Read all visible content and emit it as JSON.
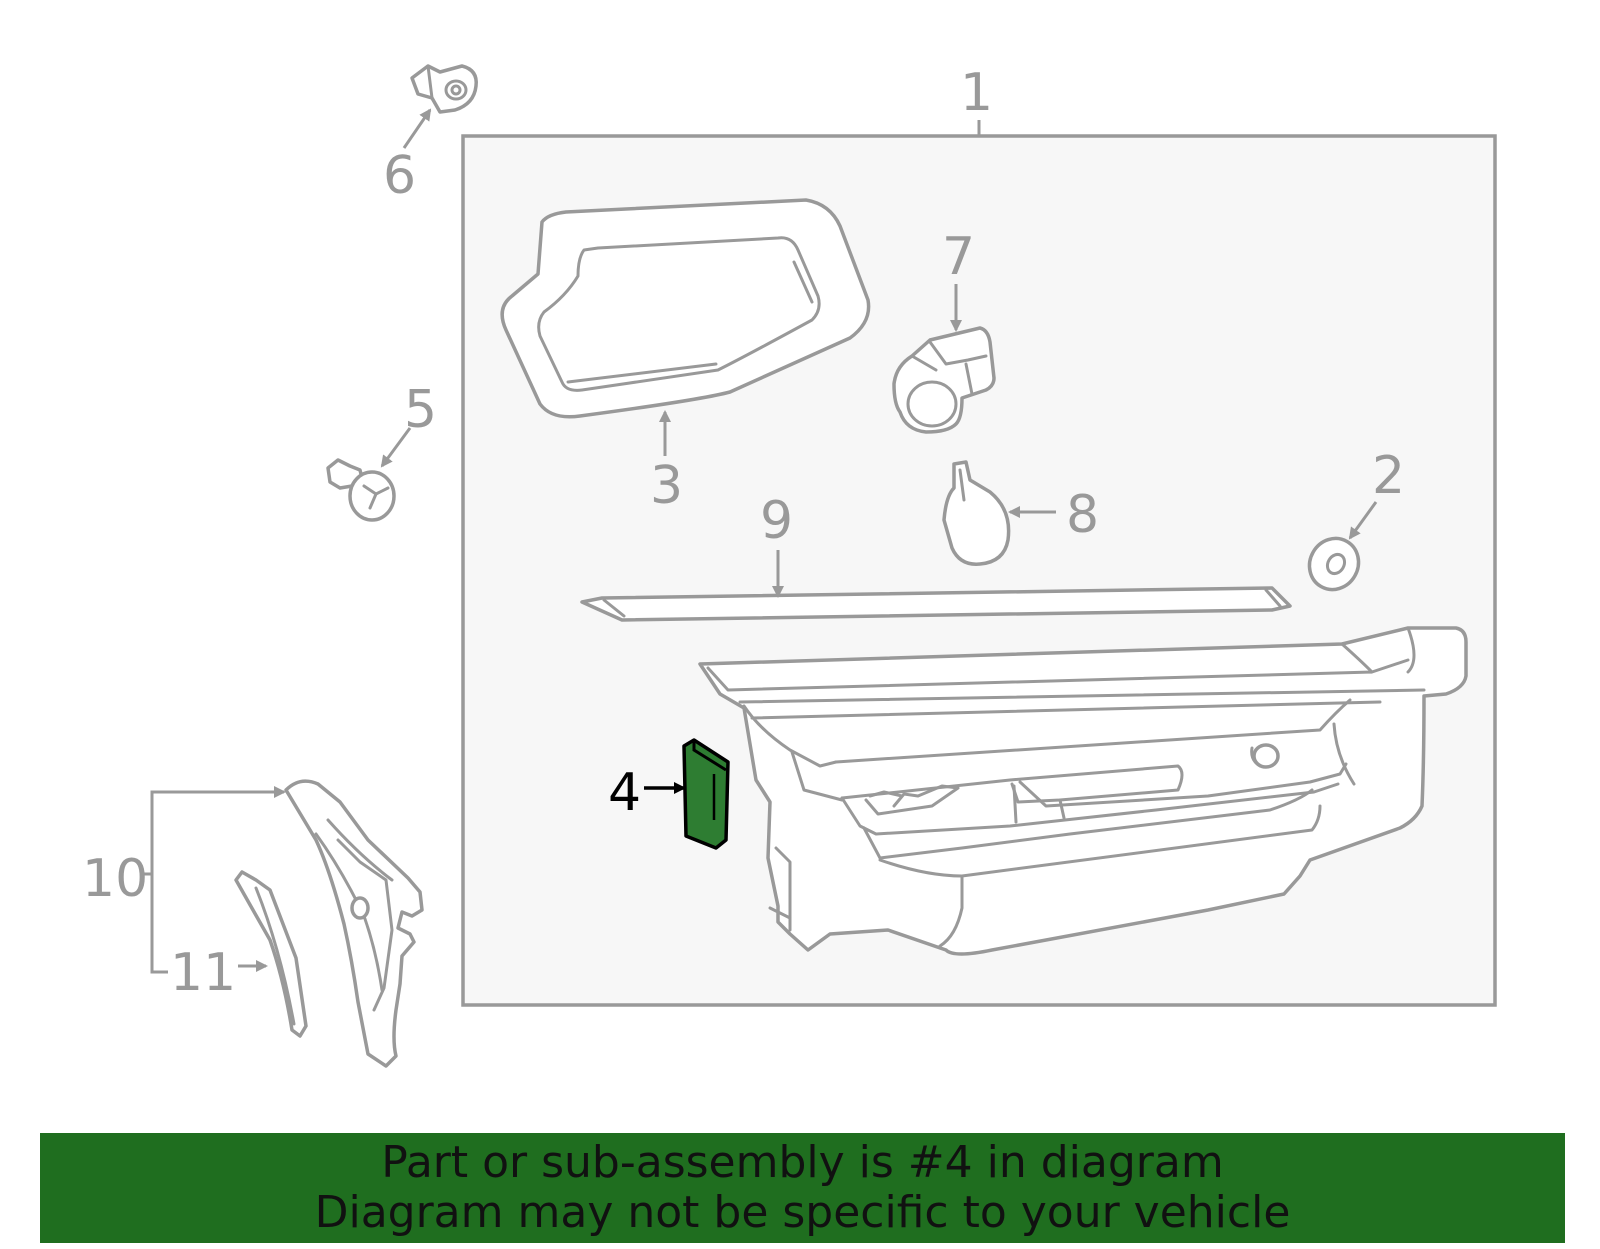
{
  "callouts": {
    "c1": "1",
    "c2": "2",
    "c3": "3",
    "c4": "4",
    "c5": "5",
    "c6": "6",
    "c7": "7",
    "c8": "8",
    "c9": "9",
    "c10": "10",
    "c11": "11"
  },
  "highlighted_part": "4",
  "colors": {
    "line": "#999999",
    "panel_fill": "#f7f7f7",
    "highlight_fill": "#2e7d32",
    "banner_fill": "#1f6e1f",
    "banner_text": "#111111"
  },
  "banner": {
    "line1": "Part or sub-assembly is #4 in diagram",
    "line2": "Diagram may not be specific to your vehicle"
  }
}
